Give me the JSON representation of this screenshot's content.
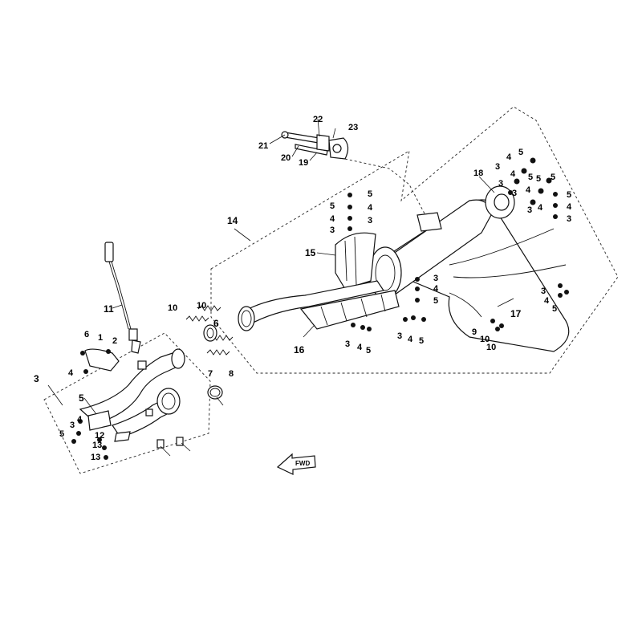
{
  "diagram": {
    "direction_arrow_text": "FWD",
    "callouts": [
      {
        "id": "c21",
        "text": "21"
      },
      {
        "id": "c22",
        "text": "22"
      },
      {
        "id": "c23",
        "text": "23"
      },
      {
        "id": "c20",
        "text": "20"
      },
      {
        "id": "c19",
        "text": "19"
      },
      {
        "id": "c18",
        "text": "18"
      },
      {
        "id": "c3a",
        "text": "3"
      },
      {
        "id": "c4a",
        "text": "4"
      },
      {
        "id": "c5a",
        "text": "5"
      },
      {
        "id": "c3b",
        "text": "3"
      },
      {
        "id": "c4b",
        "text": "4"
      },
      {
        "id": "c5b",
        "text": "5"
      },
      {
        "id": "c3c",
        "text": "3"
      },
      {
        "id": "c4c",
        "text": "4"
      },
      {
        "id": "c5c",
        "text": "5"
      },
      {
        "id": "c3d",
        "text": "3"
      },
      {
        "id": "c4d",
        "text": "4"
      },
      {
        "id": "c5d",
        "text": "5"
      },
      {
        "id": "c5e",
        "text": "5"
      },
      {
        "id": "c4e",
        "text": "4"
      },
      {
        "id": "c3e",
        "text": "3"
      },
      {
        "id": "c5f",
        "text": "5"
      },
      {
        "id": "c4f",
        "text": "4"
      },
      {
        "id": "c3f",
        "text": "3"
      },
      {
        "id": "c14",
        "text": "14"
      },
      {
        "id": "c15",
        "text": "15"
      },
      {
        "id": "c5g",
        "text": "5"
      },
      {
        "id": "c4g",
        "text": "4"
      },
      {
        "id": "c3g",
        "text": "3"
      },
      {
        "id": "c3h",
        "text": "3"
      },
      {
        "id": "c4h",
        "text": "4"
      },
      {
        "id": "c5h",
        "text": "5"
      },
      {
        "id": "c17",
        "text": "17"
      },
      {
        "id": "c3i",
        "text": "3"
      },
      {
        "id": "c4i",
        "text": "4"
      },
      {
        "id": "c5i",
        "text": "5"
      },
      {
        "id": "c16",
        "text": "16"
      },
      {
        "id": "c3j",
        "text": "3"
      },
      {
        "id": "c4j",
        "text": "4"
      },
      {
        "id": "c5j",
        "text": "5"
      },
      {
        "id": "c3k",
        "text": "3"
      },
      {
        "id": "c4k",
        "text": "4"
      },
      {
        "id": "c5k",
        "text": "5"
      },
      {
        "id": "c9",
        "text": "9"
      },
      {
        "id": "c10a",
        "text": "10"
      },
      {
        "id": "c10b",
        "text": "10"
      },
      {
        "id": "c11",
        "text": "11"
      },
      {
        "id": "c10c",
        "text": "10"
      },
      {
        "id": "c10d",
        "text": "10"
      },
      {
        "id": "c6a",
        "text": "6"
      },
      {
        "id": "c7",
        "text": "7"
      },
      {
        "id": "c8",
        "text": "8"
      },
      {
        "id": "c6b",
        "text": "6"
      },
      {
        "id": "c1",
        "text": "1"
      },
      {
        "id": "c2",
        "text": "2"
      },
      {
        "id": "c4l",
        "text": "4"
      },
      {
        "id": "c3l",
        "text": "3"
      },
      {
        "id": "c5l",
        "text": "5"
      },
      {
        "id": "c3m",
        "text": "3"
      },
      {
        "id": "c4m",
        "text": "4"
      },
      {
        "id": "c5m",
        "text": "5"
      },
      {
        "id": "c12",
        "text": "12"
      },
      {
        "id": "c13a",
        "text": "13"
      },
      {
        "id": "c13b",
        "text": "13"
      }
    ]
  }
}
